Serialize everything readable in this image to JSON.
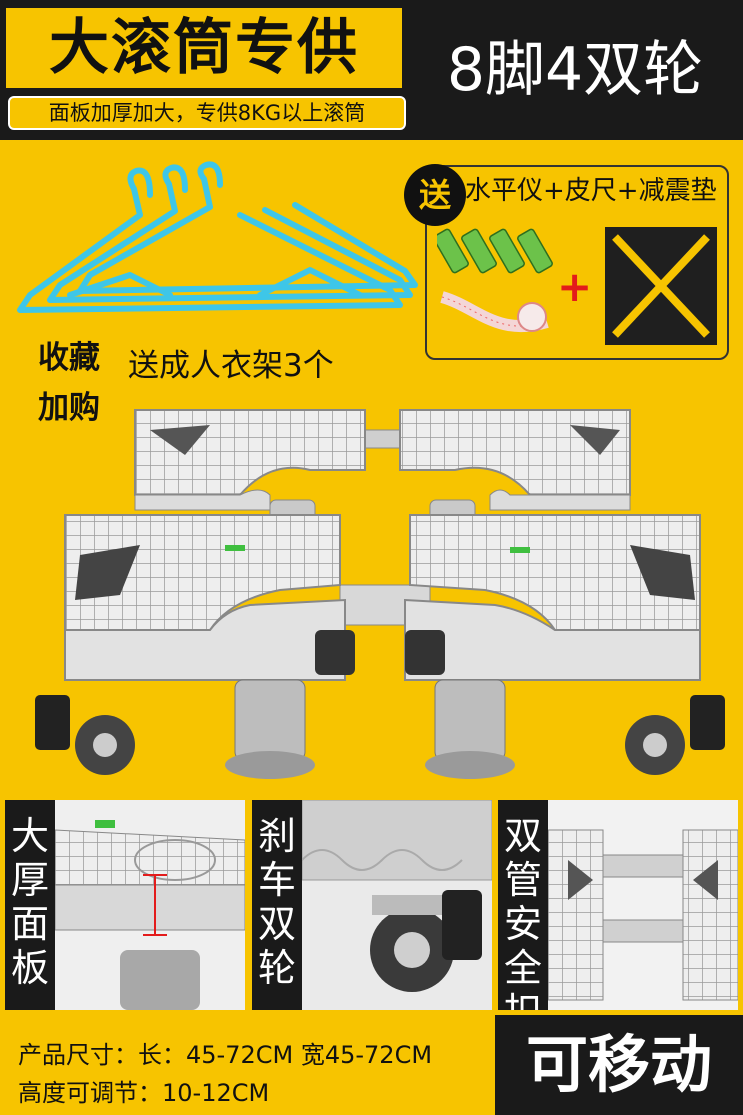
{
  "header": {
    "title": "大滚筒专供",
    "subtitle": "面板加厚加大，专供8KG以上滚筒",
    "right_title": "8脚4双轮"
  },
  "gift": {
    "badge": "送",
    "items": "水平仪+皮尺+减震垫",
    "plus": "+"
  },
  "promo": {
    "collect_line1": "收藏",
    "collect_line2": "加购",
    "hanger_caption": "送成人衣架3个"
  },
  "features": [
    {
      "label": [
        "大",
        "厚",
        "面",
        "板"
      ]
    },
    {
      "label": [
        "刹",
        "车",
        "双",
        "轮"
      ]
    },
    {
      "label": [
        "双",
        "管",
        "安",
        "全",
        "扣"
      ]
    }
  ],
  "specs": {
    "line1": "产品尺寸：长：45-72CM  宽45-72CM",
    "line2": "高度可调节：10-12CM"
  },
  "footer": {
    "movable": "可移动"
  },
  "colors": {
    "brand_yellow": "#f7c400",
    "dark": "#1a1a1a",
    "accent_red": "#e31b1b",
    "hanger_blue": "#3ec6e8"
  }
}
